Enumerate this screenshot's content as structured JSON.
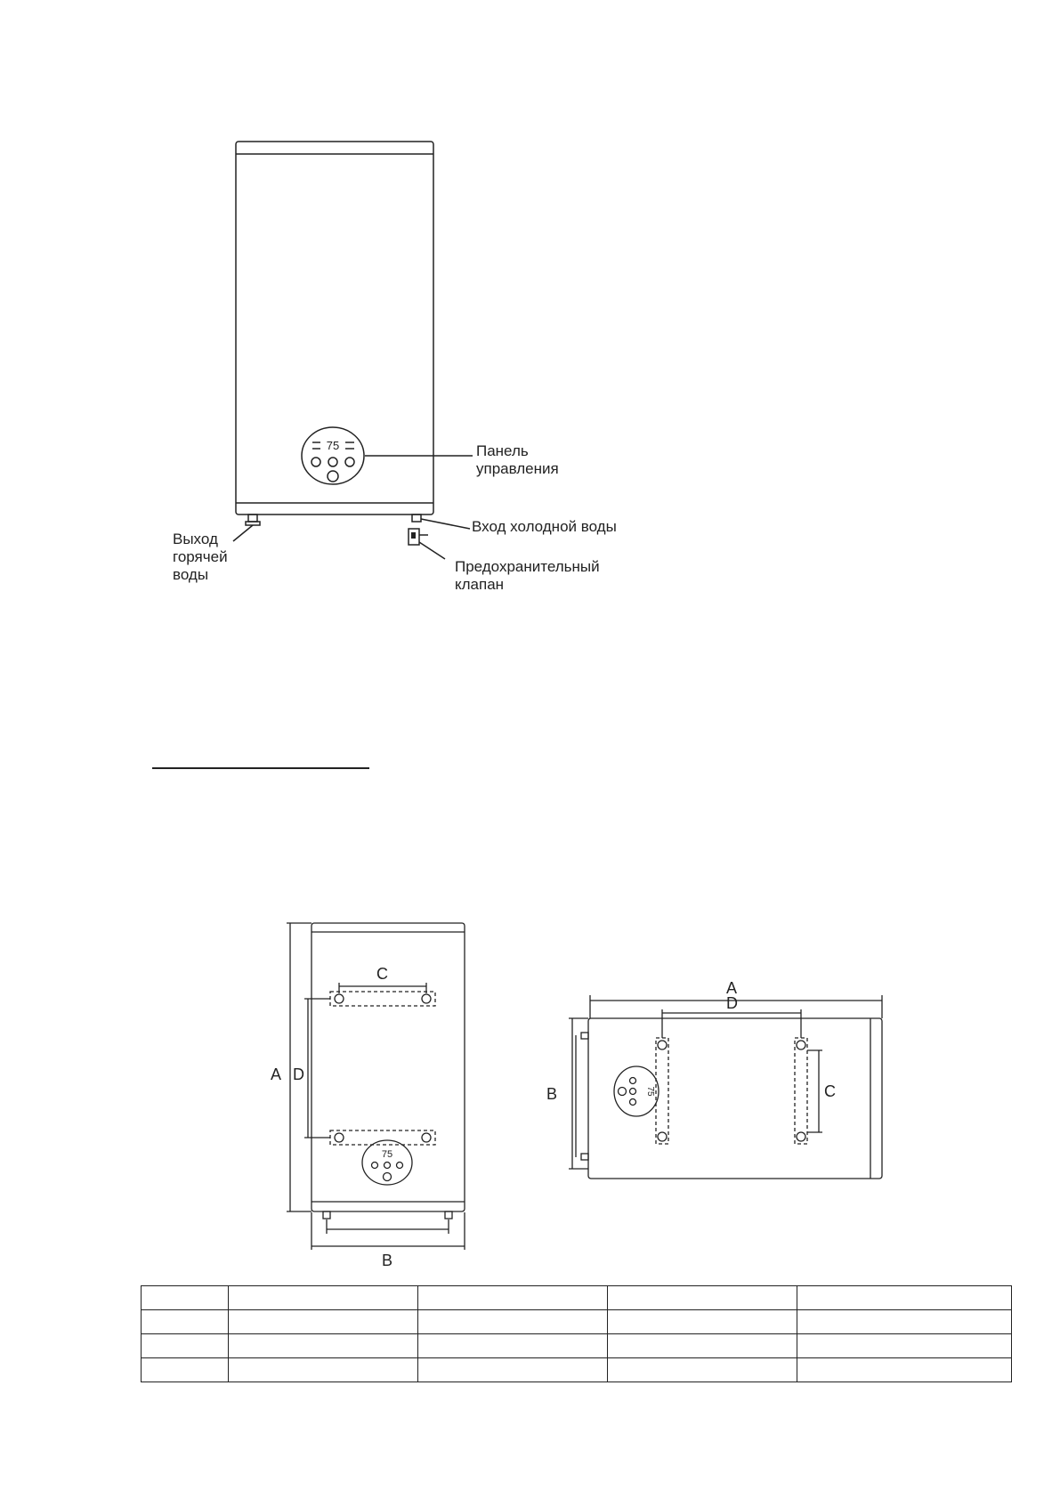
{
  "figure1": {
    "panel_display": "75",
    "callouts": {
      "control_panel_line1": "Панель",
      "control_panel_line2": "управления",
      "cold_inlet": "Вход холодной воды",
      "safety_valve_line1": "Предохранительный",
      "safety_valve_line2": "клапан",
      "hot_outlet_line1": "Выход",
      "hot_outlet_line2": "горячей",
      "hot_outlet_line3": "воды"
    }
  },
  "dimensions_vertical": {
    "label_a": "A",
    "label_b": "B",
    "label_c": "C",
    "label_d": "D",
    "panel_display": "75"
  },
  "dimensions_horizontal": {
    "label_a": "A",
    "label_b": "B",
    "label_c": "C",
    "label_d": "D",
    "panel_display": "75"
  },
  "spec_table": {
    "rows": [
      [
        "",
        "",
        "",
        "",
        ""
      ],
      [
        "",
        "",
        "",
        "",
        ""
      ],
      [
        "",
        "",
        "",
        "",
        ""
      ],
      [
        "",
        "",
        "",
        "",
        ""
      ]
    ]
  }
}
